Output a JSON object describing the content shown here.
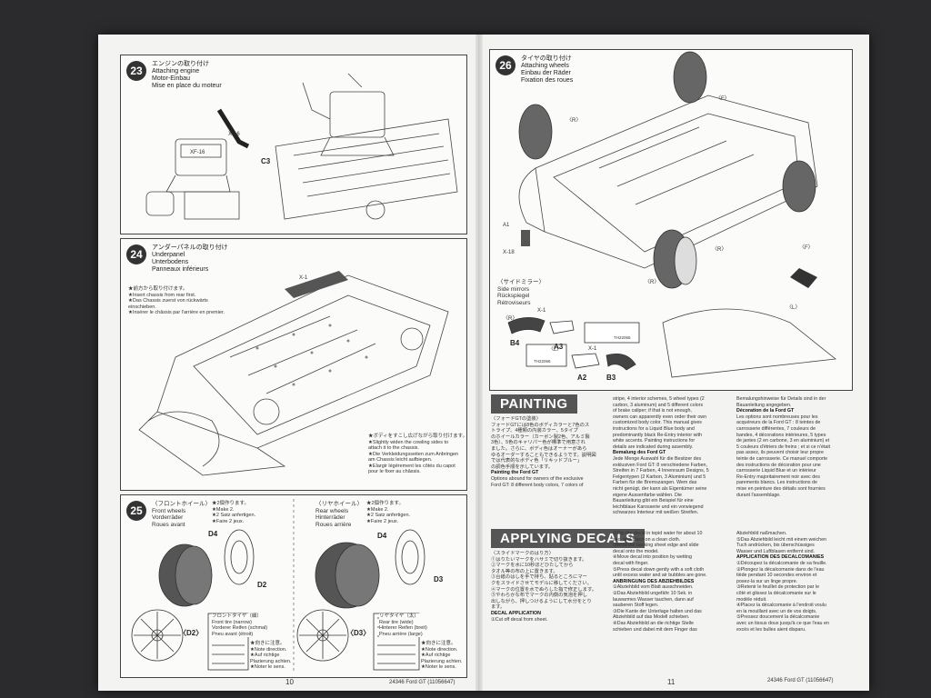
{
  "left_page": {
    "step23": {
      "num": "23",
      "title_jp": "エンジンの取り付け",
      "title_en": "Attaching engine",
      "title_de": "Motor-Einbau",
      "title_fr": "Mise en place du moteur",
      "labels": [
        "X-16",
        "XF-16",
        "C3"
      ]
    },
    "step24": {
      "num": "24",
      "title_jp": "アンダーパネルの取り付け",
      "title_en": "Underpanel",
      "title_de": "Unterbodens",
      "title_fr": "Panneaux inférieurs",
      "label_x1": "X-1",
      "note1": [
        "★前方から取り付けます。",
        "★Insert chassis from rear first.",
        "★Das Chassis zuerst von rückwärts",
        "einschieben.",
        "★Insérer le châssis par l'arrière en premier."
      ],
      "note2": [
        "★ボディをすこし広げながら取り付けます。",
        "★Slightly widen the cowling sides to",
        "attach it to the chassis.",
        "★Die Verkleidungsseiten zum Anbringen",
        "am Chassis leicht aufbiegen.",
        "★Elargir légèrement les côtés du capot",
        "pour le fixer au châssis."
      ]
    },
    "step25": {
      "num": "25",
      "front_title": [
        "〈フロントホイール〉",
        "Front wheels",
        "Vorderräder",
        "Roues avant"
      ],
      "front_make": [
        "★2個作ります。",
        "★Make 2.",
        "★2 Satz anfertigen.",
        "★Faire 2 jeux."
      ],
      "rear_title": [
        "〈リヤホイール〉",
        "Rear wheels",
        "Hinterräder",
        "Roues arrière"
      ],
      "rear_make": [
        "★2個作ります。",
        "★Make 2.",
        "★2 Satz anfertigen.",
        "★Faire 2 jeux."
      ],
      "front_parts": [
        "D4",
        "D2",
        "〈D2〉"
      ],
      "rear_parts": [
        "D4",
        "D3",
        "〈D3〉"
      ],
      "front_tire": [
        "フロントタイヤ（細）",
        "Front tire (narrow)",
        "Vorderer Reifen (schmal)",
        "Pneu avant (étroit)"
      ],
      "rear_tire": [
        "リヤタイヤ（太）",
        "Rear tire (wide)",
        "Hinterer Reifen (breit)",
        "Pneu arrière (large)"
      ],
      "dir_note": [
        "★向きに注意。",
        "★Note direction.",
        "★Auf richtige",
        "Plazierung achten.",
        "★Noter le sens."
      ]
    },
    "page_number": "10"
  },
  "right_page": {
    "step26": {
      "num": "26",
      "title_jp": "タイヤの取り付け",
      "title_en": "Attaching wheels",
      "title_de": "Einbau der Räder",
      "title_fr": "Fixation des roues",
      "labels_r": [
        "〈R〉",
        "〈R〉",
        "〈R〉"
      ],
      "labels_f": [
        "〈F〉",
        "〈F〉"
      ],
      "part_a1": "A1",
      "part_x18": "X-18",
      "mirror_title": [
        "〈サイドミラー〉",
        "Side mirrors",
        "Rückspiegel",
        "Rétroviseurs"
      ],
      "mirror_r": "〈R〉",
      "mirror_l": "〈L〉",
      "mirror_l2": "〈L〉",
      "parts": [
        "B4",
        "A3",
        "A2",
        "B3",
        "X-1",
        "X-1"
      ],
      "decal_nums": [
        "TH22065",
        "TH22066"
      ]
    },
    "painting": {
      "banner": "PAINTING",
      "col1": [
        "〈フォードGTの塗装〉",
        "フォードGTには8色のボディカラーと7色のス",
        "トライプ、4種類の内装カラー、5タイプ",
        "のホイールカラー（カーボン製2色、アルミ製",
        "3色）、5色のキャリパー色が標準で用意され",
        "ました。さらに、ボディ色はオーナーがあら",
        "ゆるオーダーすることもできるようです。説明図",
        "では代表的なボディ色「リキッドブルー」",
        "の調色手順を示しています。",
        "",
        "Painting the Ford GT",
        "Options abound for owners of the exclusive",
        "Ford GT: 8 different body colors, 7 colors of"
      ],
      "col2": [
        "stripe, 4 interior schemes, 5 wheel types (2",
        "carbon, 3 aluminum) and 5 different colors",
        "of brake caliper; if that is not enough,",
        "owners can apparently even order their own",
        "customized body color. This manual gives",
        "instructions for a Liquid Blue body and",
        "predominantly black Re-Entry interior with",
        "white accents. Painting instructions for",
        "details are indicated during assembly.",
        "Bemalung des Ford GT",
        "Jede Menge Auswahl für die Besitzer des",
        "exklusiven Ford GT: 8 verschiedene Farben,",
        "Streifen in 7 Farben, 4 Innenraum Designs, 5",
        "Felgentypen (2 Karbon, 3 Aluminium) und 5",
        "Farben für die Bremszangen. Wem das",
        "nicht genügt, der kann als Eigentümer seine",
        "eigene Aussenfarbe wählen. Die",
        "Bauanleitung gibt ein Beispiel für eine",
        "leichtblaue Karosserie und ein vorwiegend",
        "schwarzes Interieur mit weißen Streifen."
      ],
      "col3": [
        "Bemalungshinweise für Details sind in der",
        "Bauanleitung angegeben.",
        "Décoration de la Ford GT",
        "Les options sont nombreuses pour les",
        "acquéreurs de la Ford GT : 8 teintes de",
        "carrosserie différentes, 7 couleurs de",
        "bandes, 4 décorations intérieures, 5 types",
        "de jantes (2 en carbone, 3 en aluminium) et",
        "5 couleurs d'étriers de freins ; et si ce n'était",
        "pas assez, ils peuvent choisir leur propre",
        "teinte de carrosserie. Ce manuel comporte",
        "des instructions de décoration pour une",
        "carrosserie Liquid Blue et un intérieur",
        "Re-Entry majoritairement noir avec des",
        "parements blancs. Les instructions de",
        "mise en peinture des détails sont fournies",
        "durant l'assemblage."
      ]
    },
    "decals": {
      "banner": "APPLYING DECALS",
      "col1": [
        "〈スライドマークのはり方〉",
        "①はりたいマークをハサミで切り抜きます。",
        "②マークを水に10秒ほどひたしてから",
        "タオル等の布の上に置きます。",
        "③台紙のはしを手で持ち、貼るところにマー",
        "クをスライドさせてモデルに移してください。",
        "④マークの位置を水でぬらした指で修正します。",
        "⑤やわらかな布でマークの内側の気泡を押し",
        "出しながら、押しつけるようにして水分をとり",
        "ます。",
        "DECAL APPLICATION",
        "①Cut off decal from sheet."
      ],
      "col2": [
        "②Dip the decal in tepid water for about 10",
        "sec. and place on a clean cloth.",
        "③Hold the backing sheet edge and slide",
        "decal onto the model.",
        "④Move decal into position by wetting",
        "decal with finger.",
        "⑤Press decal down gently with a soft cloth",
        "until excess water and air bubbles are gone.",
        "ANBRINGUNG DES ABZIEHBILDES",
        "①Abziehbild vom Blatt ausschneiden.",
        "②Das Abziehbild ungefähr 10 Sek. in",
        "lauwarmes Wasser tauchen, dann auf",
        "sauberen Stoff legen.",
        "③Die Kante der Unterlage halten und das",
        "Abziehbild auf das Modell schieben.",
        "④Das Abziehbild an die richtige Stelle",
        "schieben und dabei mit dem Finger das"
      ],
      "col3": [
        "Abziehbild naßmachen.",
        "⑤Das Abziehbild leicht mit einem weichen",
        "Tuch andrücken, bis überschüssiges",
        "Wasser und Luftblasen entfernt sind.",
        "APPLICATION DES DECALCOMANIES",
        "①Découpez la décalcomanie de sa feuille.",
        "②Plongez la décalcomanie dans de l'eau",
        "tiède pendant 10 secondes environ et",
        "posez-la sur un linge propre.",
        "③Retenir le feuillet de protection par le",
        "côté et glissez la décalcomanie sur le",
        "modèle réduit.",
        "④Placez la décalcomanie à l'endroit voulu",
        "en la mouillant avec un de vos doigts.",
        "⑤Pressez doucement la décalcomanie",
        "avec un tissus doux jusqu'à ce que l'eau en",
        "excès et les bulles aient disparu."
      ]
    },
    "page_number": "11",
    "footer": "24346 Ford GT (11056647)"
  },
  "left_footer": "24346 Ford GT (11056647)"
}
